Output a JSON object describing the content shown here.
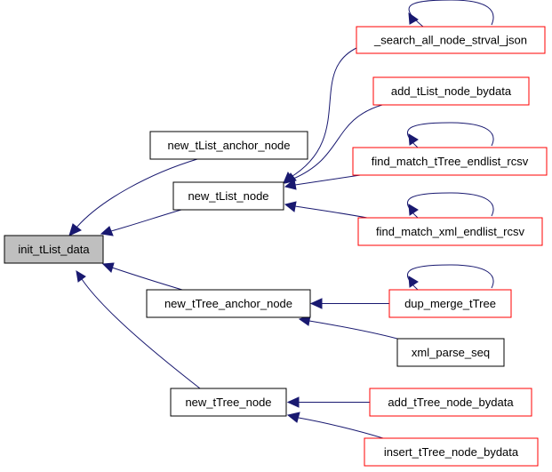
{
  "colors": {
    "edge": "#191970",
    "root_fill": "#bfbfbf",
    "root_border": "#000000",
    "node_border": "#000000",
    "leaf_border": "#ff0000",
    "node_fill": "#ffffff"
  },
  "nodes": {
    "init_tList_data": {
      "label": "init_tList_data",
      "kind": "root"
    },
    "new_tList_anchor_node": {
      "label": "new_tList_anchor_node",
      "kind": "normal"
    },
    "new_tList_node": {
      "label": "new_tList_node",
      "kind": "normal"
    },
    "new_tTree_anchor_node": {
      "label": "new_tTree_anchor_node",
      "kind": "normal"
    },
    "new_tTree_node": {
      "label": "new_tTree_node",
      "kind": "normal"
    },
    "search_all_node_strval_json": {
      "label": "_search_all_node_strval_json",
      "kind": "red"
    },
    "add_tList_node_bydata": {
      "label": "add_tList_node_bydata",
      "kind": "red"
    },
    "find_match_tTree_endlist_rcsv": {
      "label": "find_match_tTree_endlist_rcsv",
      "kind": "red"
    },
    "find_match_xml_endlist_rcsv": {
      "label": "find_match_xml_endlist_rcsv",
      "kind": "red"
    },
    "dup_merge_tTree": {
      "label": "dup_merge_tTree",
      "kind": "red"
    },
    "xml_parse_seq": {
      "label": "xml_parse_seq",
      "kind": "normal"
    },
    "add_tTree_node_bydata": {
      "label": "add_tTree_node_bydata",
      "kind": "red"
    },
    "insert_tTree_node_bydata": {
      "label": "insert_tTree_node_bydata",
      "kind": "red"
    }
  },
  "edges": [
    {
      "from": "new_tList_anchor_node",
      "to": "init_tList_data"
    },
    {
      "from": "new_tList_node",
      "to": "init_tList_data"
    },
    {
      "from": "new_tTree_anchor_node",
      "to": "init_tList_data"
    },
    {
      "from": "new_tTree_node",
      "to": "init_tList_data"
    },
    {
      "from": "search_all_node_strval_json",
      "to": "new_tList_node"
    },
    {
      "from": "add_tList_node_bydata",
      "to": "new_tList_node"
    },
    {
      "from": "find_match_tTree_endlist_rcsv",
      "to": "new_tList_node"
    },
    {
      "from": "find_match_xml_endlist_rcsv",
      "to": "new_tList_node"
    },
    {
      "from": "dup_merge_tTree",
      "to": "new_tTree_anchor_node"
    },
    {
      "from": "xml_parse_seq",
      "to": "new_tTree_anchor_node"
    },
    {
      "from": "add_tTree_node_bydata",
      "to": "new_tTree_node"
    },
    {
      "from": "insert_tTree_node_bydata",
      "to": "new_tTree_node"
    },
    {
      "from": "search_all_node_strval_json",
      "to": "search_all_node_strval_json",
      "self_loop": true
    },
    {
      "from": "find_match_tTree_endlist_rcsv",
      "to": "find_match_tTree_endlist_rcsv",
      "self_loop": true
    },
    {
      "from": "find_match_xml_endlist_rcsv",
      "to": "find_match_xml_endlist_rcsv",
      "self_loop": true
    },
    {
      "from": "dup_merge_tTree",
      "to": "dup_merge_tTree",
      "self_loop": true
    }
  ]
}
